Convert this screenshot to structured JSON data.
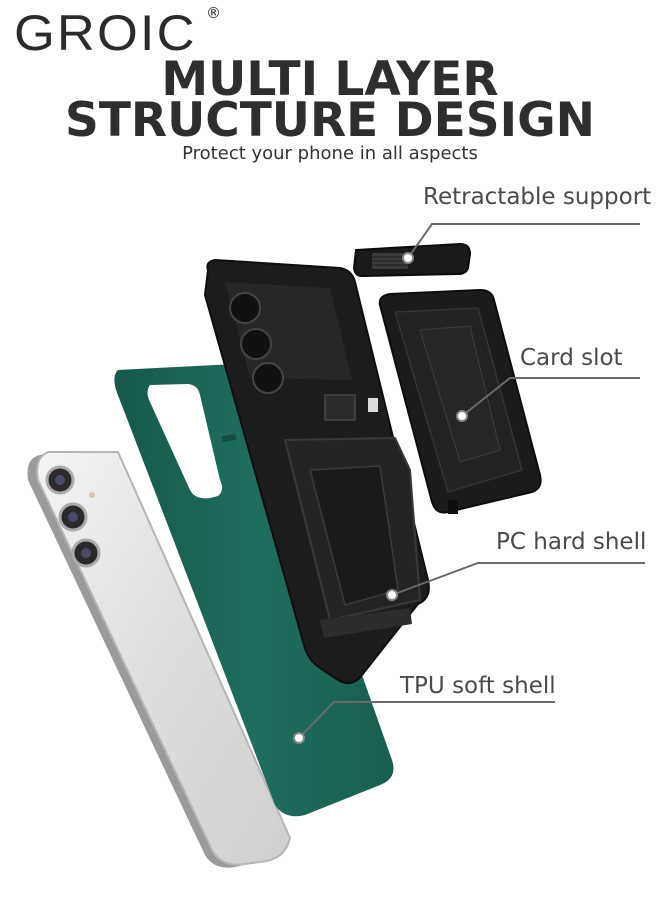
{
  "brand": {
    "name": "GROIC",
    "registered_mark": "®"
  },
  "headline": {
    "line1": "MULTI LAYER",
    "line2": "STRUCTURE DESIGN"
  },
  "tagline": "Protect your phone in all aspects",
  "callouts": {
    "retractable_support": "Retractable support",
    "card_slot": "Card slot",
    "pc_hard_shell": "PC hard shell",
    "tpu_soft_shell": "TPU soft shell"
  },
  "colors": {
    "tpu_shell": "#1e6b5c",
    "pc_shell": "#1b1b1b",
    "phone_body": "#e6e6e6",
    "text": "#2e2e2e",
    "callout_line": "#6a6a6a"
  }
}
